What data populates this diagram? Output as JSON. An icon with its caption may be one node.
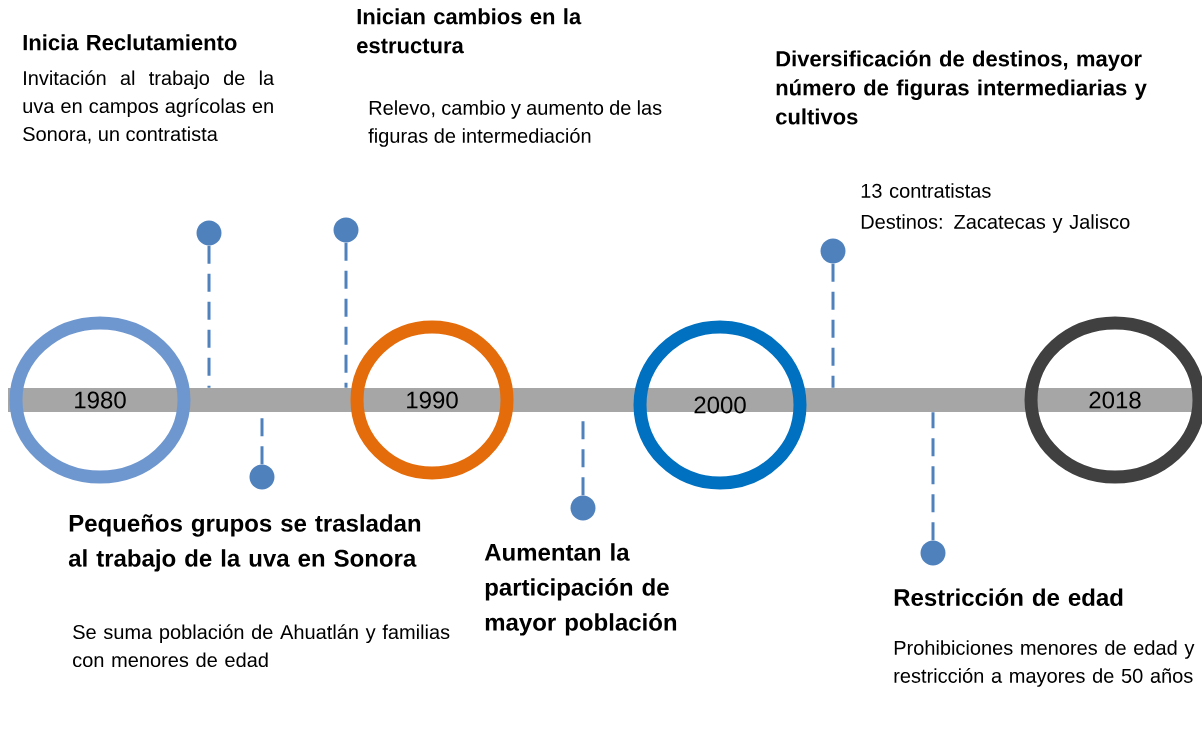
{
  "diagram": {
    "nodes": [
      {
        "text": [],
        "shape": "bar"
      },
      {
        "text": [
          "1980"
        ]
      },
      {
        "text": [
          "1990"
        ]
      },
      {
        "text": [
          "2000"
        ]
      },
      {
        "text": [
          "2018"
        ]
      },
      {
        "text": [],
        "shape": "circle",
        "beside": [
          "Inicia Reclutamiento",
          "Invitación al trabajo de la uva en campos agrícolas en Sonora, un contratista"
        ]
      },
      {
        "text": [],
        "shape": "circle",
        "beside": [
          "Pequeños grupos se trasladan al trabajo de la uva en Sonora",
          "Se suma población de Ahuatlán y familias con menores de edad"
        ]
      },
      {
        "text": [],
        "shape": "circle",
        "beside": [
          "Inician cambios en la estructura",
          "Relevo, cambio y aumento de las figuras de intermediación"
        ]
      },
      {
        "text": [],
        "shape": "circle",
        "beside": [
          "Aumentan la participación de mayor población"
        ]
      },
      {
        "text": [],
        "shape": "circle",
        "beside": [
          "Diversificación de destinos, mayor número de figuras intermediarias y cultivos",
          "13 contratistas",
          "Destinos: Zacatecas y Jalisco"
        ]
      },
      {
        "text": [],
        "shape": "circle",
        "beside": [
          "Restricción de edad",
          "Prohibiciones menores de edad y restricción a mayores de 50 años"
        ]
      }
    ],
    "edges": [
      {
        "from": 5,
        "to": 0,
        "arrow": "none",
        "style": "dashed"
      },
      {
        "from": 6,
        "to": 0,
        "arrow": "none",
        "style": "dashed"
      },
      {
        "from": 7,
        "to": 0,
        "arrow": "none",
        "style": "dashed"
      },
      {
        "from": 8,
        "to": 0,
        "arrow": "none",
        "style": "dashed"
      },
      {
        "from": 9,
        "to": 0,
        "arrow": "none",
        "style": "dashed"
      },
      {
        "from": 10,
        "to": 0,
        "arrow": "none",
        "style": "dashed"
      }
    ]
  }
}
